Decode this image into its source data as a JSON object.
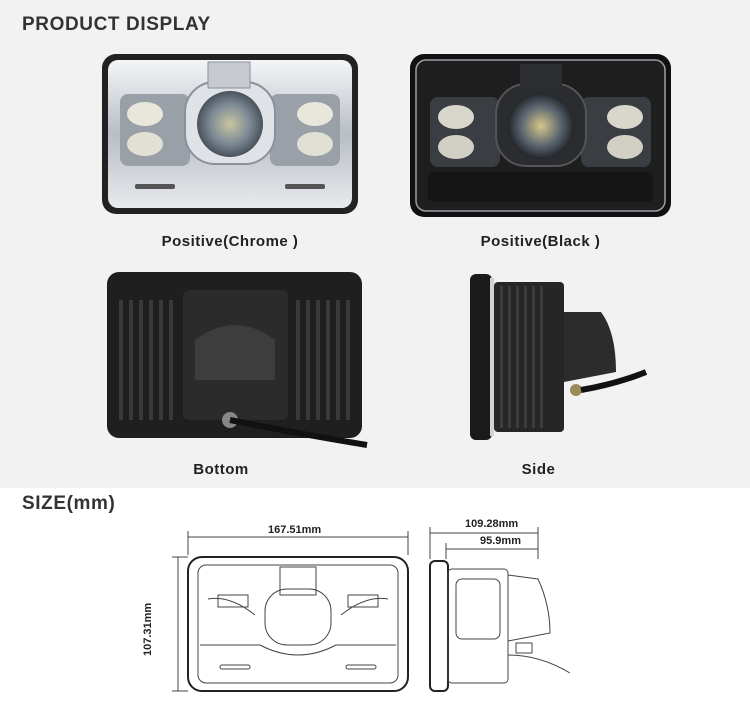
{
  "sections": {
    "product_display": "PRODUCT DISPLAY",
    "size": "SIZE(mm)"
  },
  "captions": {
    "chrome": "Positive(Chrome )",
    "black": "Positive(Black )",
    "bottom": "Bottom",
    "side": "Side"
  },
  "dimensions": {
    "width": "167.51mm",
    "height": "107.31mm",
    "depth_total": "109.28mm",
    "depth_body": "95.9mm"
  },
  "colors": {
    "panel_bg": "#f2f2f2",
    "chrome": "#cfd3d8",
    "black": "#1c1c1c"
  }
}
